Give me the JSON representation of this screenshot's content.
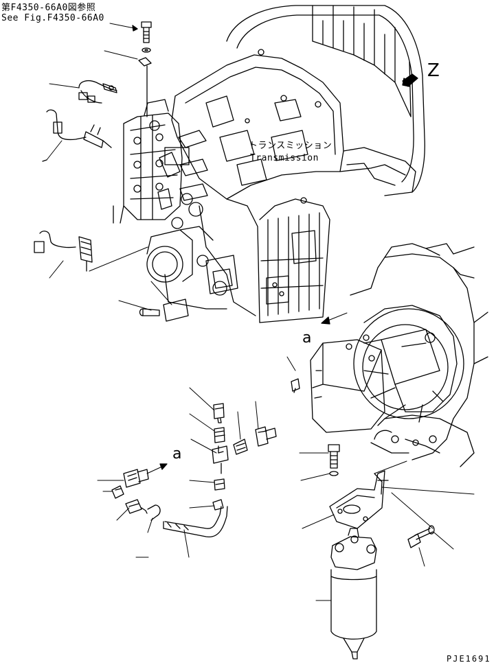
{
  "reference": {
    "jp": "第F4350-66A0図参照",
    "en": "See Fig.F4350-66A0"
  },
  "transmission": {
    "jp": "トランスミッション",
    "en": "Transmission"
  },
  "view_marker": "Z",
  "marker_a_upper": "a",
  "marker_a_lower": "a",
  "figure_code": "PJE1691"
}
